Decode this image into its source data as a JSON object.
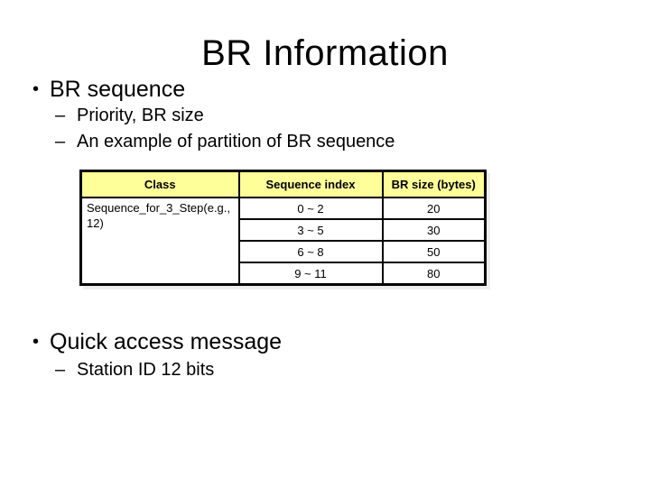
{
  "slide": {
    "title": "BR Information",
    "glyphs": {
      "bullet": "•",
      "dash": "–"
    },
    "sections": [
      {
        "bullet": "BR sequence",
        "subitems": [
          "Priority, BR size",
          "An example of partition of BR sequence"
        ]
      },
      {
        "bullet": "Quick access message",
        "subitems": [
          "Station ID 12 bits"
        ]
      }
    ],
    "table": {
      "columns": [
        "Class",
        "Sequence index",
        "BR size (bytes)"
      ],
      "class_cell": "Sequence_for_3_Step(e.g., 12)",
      "rows": [
        {
          "sequence_index": "0 ~ 2",
          "br_size_bytes": "20"
        },
        {
          "sequence_index": "3 ~ 5",
          "br_size_bytes": "30"
        },
        {
          "sequence_index": "6 ~ 8",
          "br_size_bytes": "50"
        },
        {
          "sequence_index": "9 ~ 11",
          "br_size_bytes": "80"
        }
      ],
      "colors": {
        "header_bg": "#FFFF99",
        "border": "#000000"
      }
    }
  }
}
